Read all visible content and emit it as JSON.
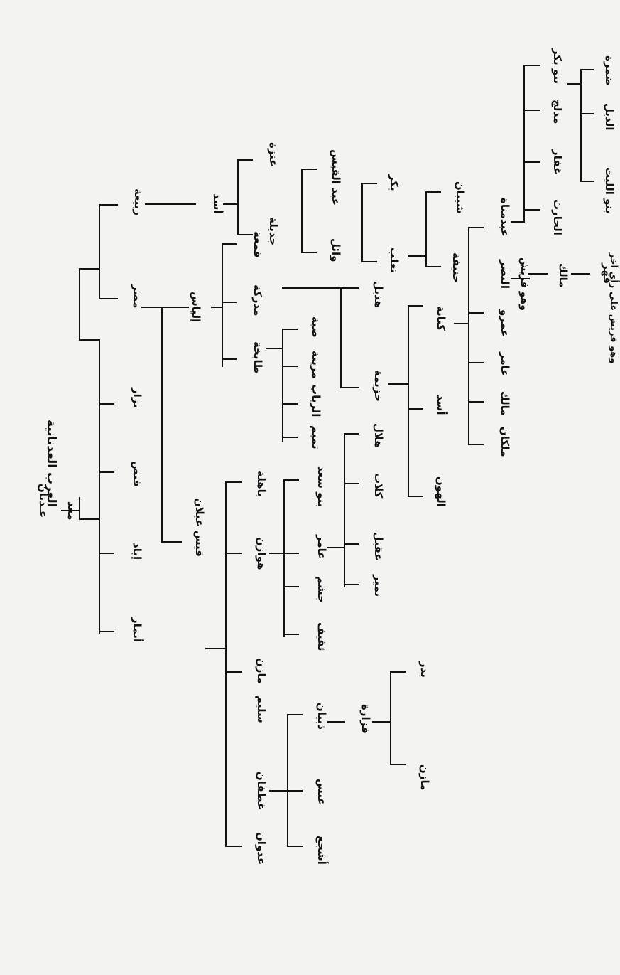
{
  "title": "العرب العدنانية",
  "nodes": {
    "adnan": "عـدنان",
    "maadd": "معد",
    "nizar": "نزار",
    "qanas": "قنص",
    "iyad": "إياد",
    "anmar": "أنمار",
    "rabia": "ربيعة",
    "mudar": "مضر",
    "asad_r": "أسد",
    "anaza": "عنزة",
    "jadila": "جديلة",
    "abd_alqays": "عبد القيس",
    "wail": "وائل",
    "bakr": "بكر",
    "taghlib": "تغلب",
    "shayban": "شيبان",
    "hanifa": "حنيفة",
    "ilyas": "إلياس",
    "qama": "قمعة",
    "mudrika": "مدركة",
    "tabikha": "طابخة",
    "dabba": "ضبة",
    "muzayna": "مزينة",
    "rabab": "الرباب",
    "tamim": "تميم",
    "hudhayl": "هذيل",
    "khuzayma": "خزيمة",
    "kinana": "كنانة",
    "asad_k": "أسد",
    "alhun": "الهون",
    "qays_aylan": "قيس عيلان",
    "bahila": "باهلة",
    "hawazin": "هوازن",
    "mazin1": "مازن",
    "sulaym": "سليم",
    "ghatafan": "غطفان",
    "adwan": "عدوان",
    "bani_saad": "بنو سعد",
    "amir": "عامر",
    "jusham": "جشم",
    "thaqif": "ثقيف",
    "hilal": "هلال",
    "kilab": "كلاب",
    "uqayl": "عقيل",
    "numayr": "نمير",
    "dhubyan": "ذبيان",
    "abs": "عبس",
    "ashja": "أشجع",
    "fazara": "فزارة",
    "badr": "بدر",
    "mazin2": "مازن",
    "abd_manat": "عبدمناة",
    "nadr": "النضر",
    "quraysh": "وهو قريش",
    "amr": "عمرو",
    "amir2": "عامر",
    "malik_k": "مالك",
    "malkan": "ملكان",
    "bani_bakr": "بنو بكر",
    "mudlij": "مدلج",
    "ghifar": "غفار",
    "alharith": "الحارث",
    "bani_alayth": "بنو الليث",
    "addil": "الديل",
    "damra": "ضمرة",
    "malik_q": "مالك",
    "fihr": "فهر",
    "footnote": "وهو قريش على رأي آخر"
  },
  "colors": {
    "ink": "#111111",
    "paper": "#f3f3f1"
  }
}
